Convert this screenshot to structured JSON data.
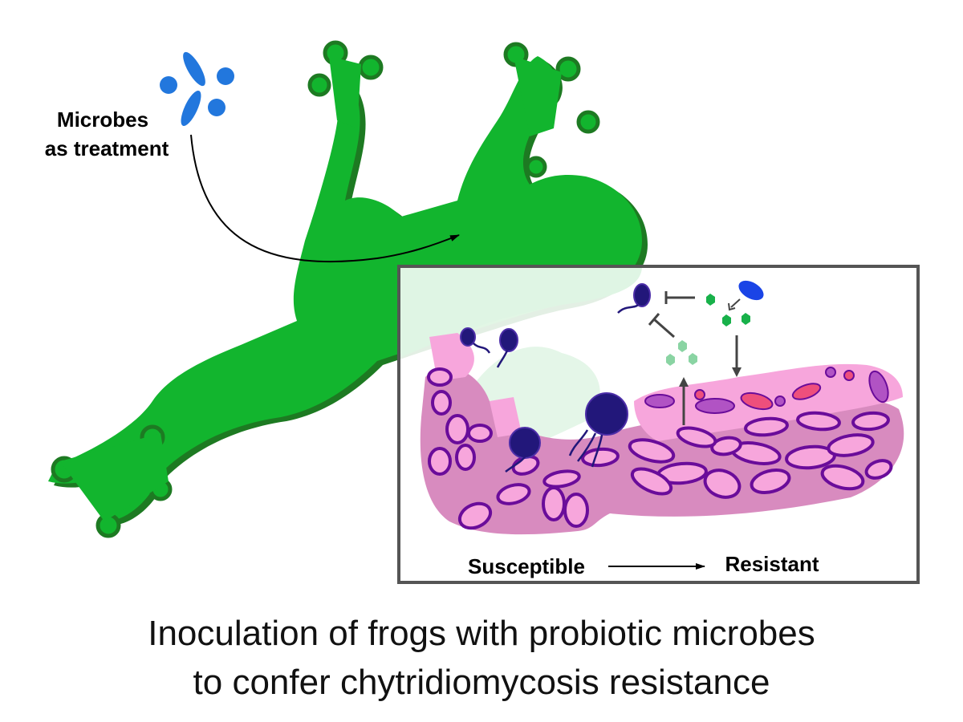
{
  "treatment_label_line1": "Microbes",
  "treatment_label_line2": "as treatment",
  "inset": {
    "left_label": "Susceptible",
    "right_label": "Resistant"
  },
  "caption_line1": "Inoculation of frogs with probiotic microbes",
  "caption_line2": "to confer chytridiomycosis resistance",
  "colors": {
    "frog_body": "#12b52e",
    "frog_outline": "#1d7a22",
    "microbe": "#2277dd",
    "skin_dark": "#d88bbf",
    "skin_light": "#f7a6dc",
    "cell_outline": "#6a0c9a",
    "chytrid": "#22177a",
    "metabolite": "#18b14a",
    "inset_border": "#555555"
  },
  "icons": [
    "frog-illustration",
    "microbe-icon",
    "chytrid-zoospore-icon",
    "metabolite-icon",
    "skin-tissue-illustration"
  ]
}
